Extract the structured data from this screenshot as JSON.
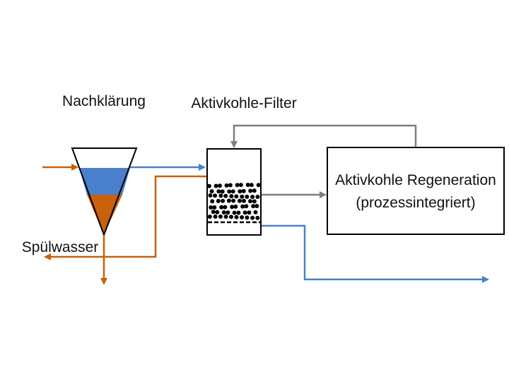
{
  "labels": {
    "clarifier": "Nachklärung",
    "filter": "Aktivkohle-Filter",
    "backwash": "Spülwasser",
    "regeneration_line1": "Aktivkohle Regeneration",
    "regeneration_line2": "(prozessintegriert)"
  },
  "colors": {
    "water": "#4a7fcc",
    "sludge": "#c8600c",
    "carbon_flow": "#7f7f7f",
    "outline": "#000000"
  }
}
